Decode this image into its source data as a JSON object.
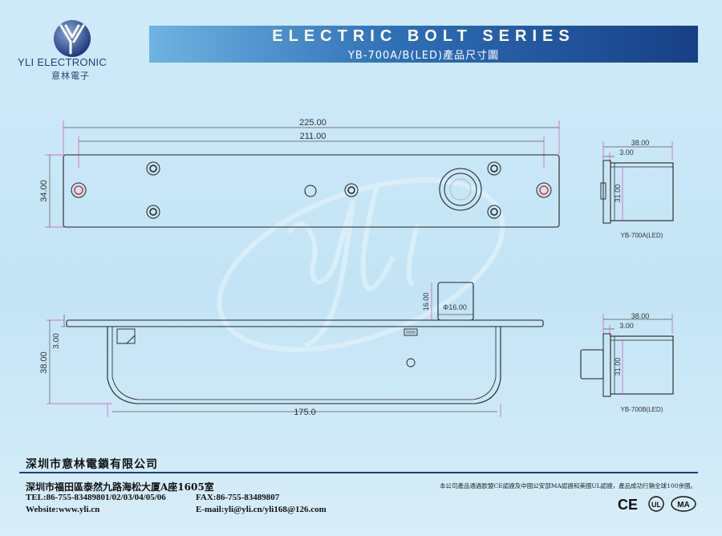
{
  "brand": {
    "name": "YLI ELECTRONIC",
    "name_cn": "意林電子",
    "accent_color": "#1f3f7a"
  },
  "banner": {
    "title": "ELECTRIC BOLT SERIES",
    "subtitle": "YB-700A/B(LED)產品尺寸圖",
    "gradient_start": "#6fb3e2",
    "gradient_end": "#173f86"
  },
  "drawing": {
    "top_view": {
      "overall_length": "225.00",
      "hole_spacing": "211.00",
      "height": "34.00"
    },
    "side_view": {
      "bolt_diameter": "Φ16.00",
      "bolt_protrusion": "16.00",
      "height": "38.00",
      "plate_thickness": "3.00",
      "body_length": "175.0"
    },
    "end_view_a": {
      "width": "38.00",
      "plate": "3.00",
      "height": "31.00",
      "caption": "YB-700A(LED)"
    },
    "end_view_b": {
      "width": "38.00",
      "plate": "3.00",
      "height": "31.00",
      "caption": "YB-700B(LED)"
    },
    "watermark": "yli"
  },
  "footer": {
    "company": "深圳市意林電鎖有限公司",
    "address": "深圳市福田區泰然九路海松大厦A座1605室",
    "tel": "TEL:86-755-83489801/02/03/04/05/06",
    "fax": "FAX:86-755-83489807",
    "website": "Website:www.yli.cn",
    "email": "E-mail:yli@yli.cn/yli168@126.com",
    "cert_note": "本公司產品通過歐盟CE認證及中國公安部MA認證和美國UL認證，產品成功行銷全球100余國。",
    "cert_marks": [
      "CE",
      "UL",
      "MA"
    ]
  }
}
